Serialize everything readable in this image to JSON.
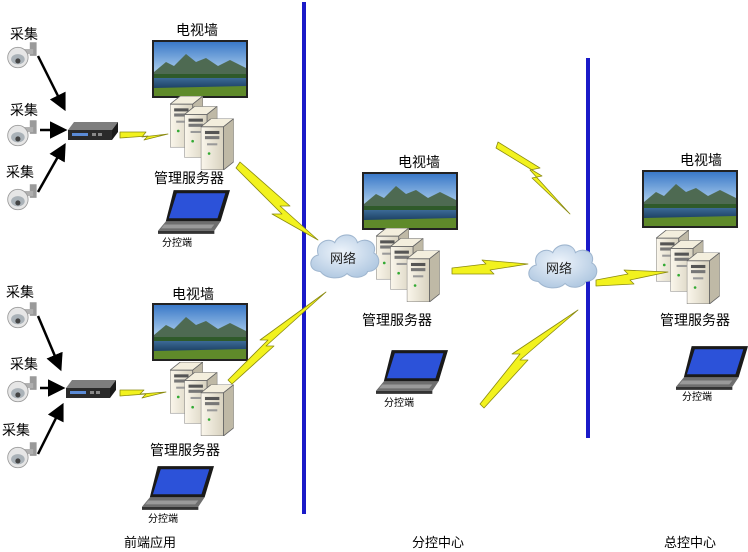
{
  "labels": {
    "camera": "采集",
    "tv_wall": "电视墙",
    "server": "管理服务器",
    "laptop": "分控端",
    "network": "网络"
  },
  "sections": {
    "front": "前端应用",
    "branch": "分控中心",
    "central": "总控中心"
  },
  "colors": {
    "divider": "#1a1ac8",
    "lightning": "#f2f21e",
    "lightning_outline": "#8a8a10",
    "arrow": "#000000",
    "cloud": "#b8cfe6"
  }
}
